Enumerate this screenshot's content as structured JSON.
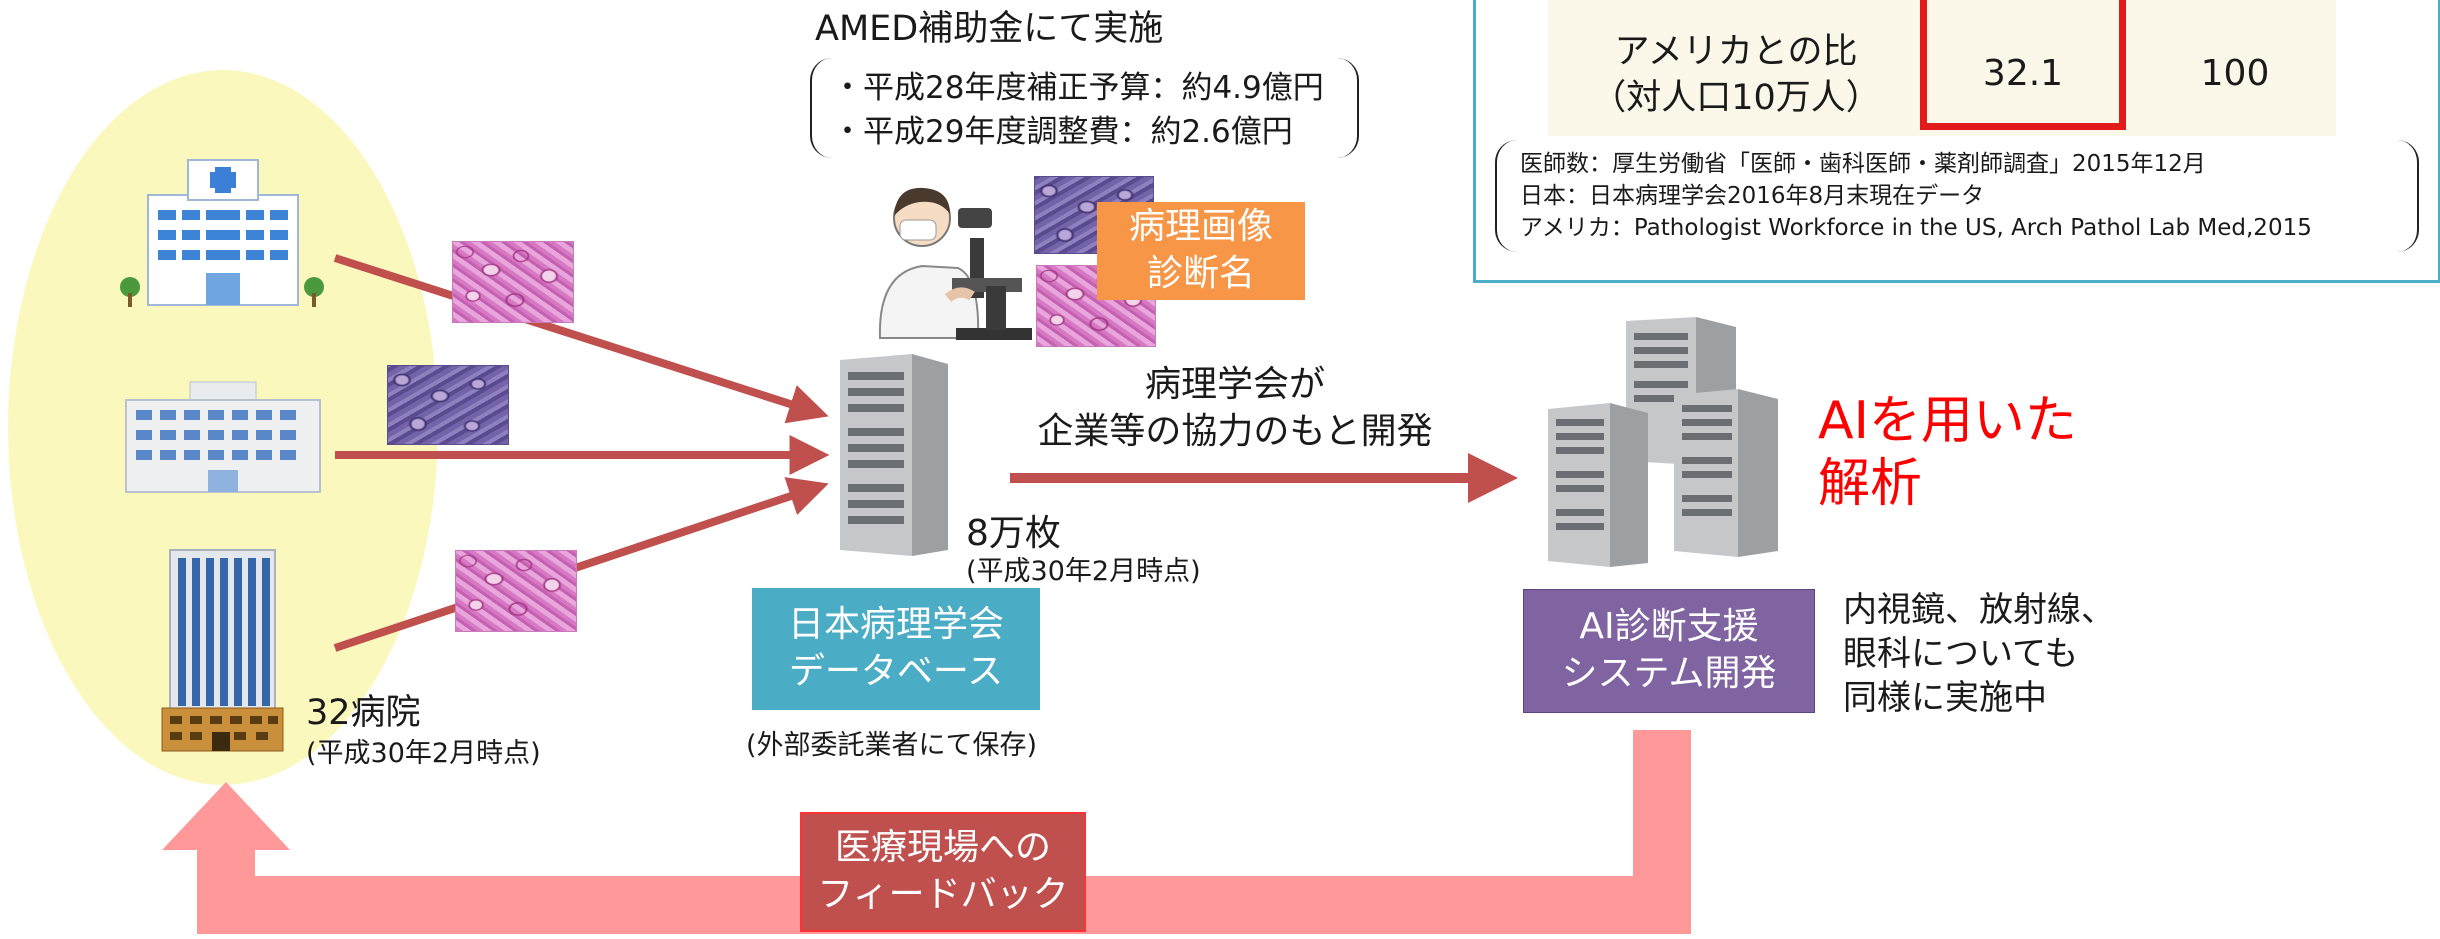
{
  "top_note": {
    "title": "AMED補助金にて実施",
    "lines": [
      "・平成28年度補正予算：約4.9億円",
      "・平成29年度調整費：約2.6億円"
    ]
  },
  "hospitals": {
    "count_label": "32病院",
    "date_label": "(平成30年2月時点)"
  },
  "pathology_label": {
    "line1": "病理画像",
    "line2": "診断名"
  },
  "database": {
    "count_label": "8万枚",
    "date_label": "(平成30年2月時点)",
    "box_line1": "日本病理学会",
    "box_line2": "データベース",
    "storage_note": "(外部委託業者にて保存)"
  },
  "development": {
    "line1": "病理学会が",
    "line2": "企業等の協力のもと開発"
  },
  "ai": {
    "title_line1": "AIを用いた",
    "title_line2": "解析",
    "box_line1": "AI診断支援",
    "box_line2": "システム開発",
    "note_line1": "内視鏡、放射線、",
    "note_line2": "眼科についても",
    "note_line3": "同様に実施中"
  },
  "feedback": {
    "line1": "医療現場への",
    "line2": "フィードバック"
  },
  "info_panel": {
    "ratio_label_line1": "アメリカとの比",
    "ratio_label_line2": "（対人口10万人）",
    "japan_value": "32.1",
    "us_value": "100",
    "sources": [
      "医師数：厚生労働省「医師・歯科医師・薬剤師調査」2015年12月",
      "日本：日本病理学会2016年8月末現在データ",
      "アメリカ：Pathologist Workforce in the US, Arch Pathol Lab Med,2015"
    ]
  },
  "colors": {
    "arrow_dark": "#c0504d",
    "arrow_light": "#ff9999",
    "pathology_orange": "#f79646",
    "database_teal": "#4bacc6",
    "ai_purple": "#8064a2",
    "feedback_red": "#c0504d",
    "ai_text_red": "#ff0000",
    "panel_border": "#4aaec9",
    "oval_yellow": "#fbf8bd"
  }
}
